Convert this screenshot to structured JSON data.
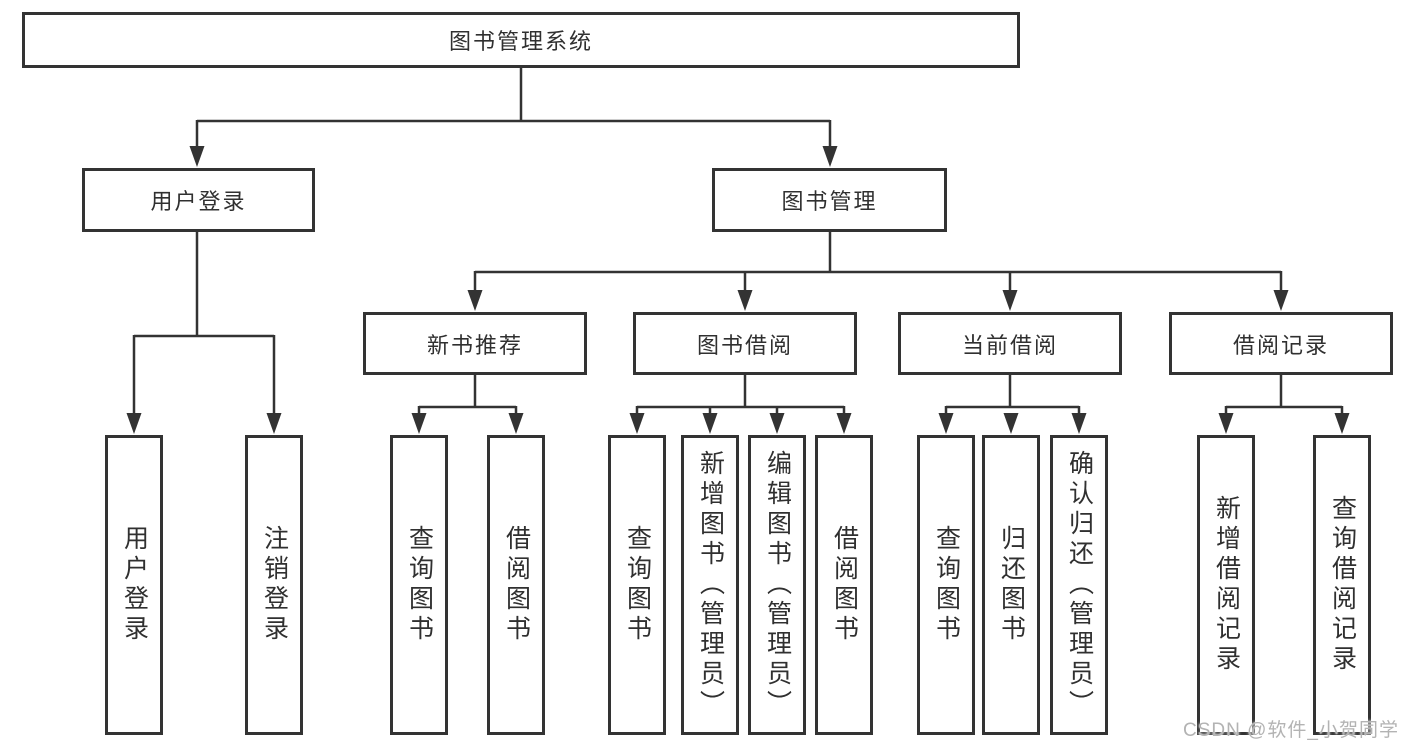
{
  "tree": {
    "root": {
      "label": "图书管理系统"
    },
    "user_login": {
      "label": "用户登录",
      "children": [
        {
          "label": "用户登录"
        },
        {
          "label": "注销登录"
        }
      ]
    },
    "book_management": {
      "label": "图书管理",
      "sections": [
        {
          "label": "新书推荐",
          "children": [
            {
              "label": "查询图书"
            },
            {
              "label": "借阅图书"
            }
          ]
        },
        {
          "label": "图书借阅",
          "children": [
            {
              "label": "查询图书"
            },
            {
              "label": "新增图书（管理员）"
            },
            {
              "label": "编辑图书（管理员）"
            },
            {
              "label": "借阅图书"
            }
          ]
        },
        {
          "label": "当前借阅",
          "children": [
            {
              "label": "查询图书"
            },
            {
              "label": "归还图书"
            },
            {
              "label": "确认归还（管理员）"
            }
          ]
        },
        {
          "label": "借阅记录",
          "children": [
            {
              "label": "新增借阅记录"
            },
            {
              "label": "查询借阅记录"
            }
          ]
        }
      ]
    }
  },
  "watermark": {
    "text": "CSDN @软件_小贺同学"
  },
  "colors": {
    "line": "#333333",
    "text": "#303030",
    "background": "#ffffff",
    "watermark": "#b3b3b3"
  }
}
